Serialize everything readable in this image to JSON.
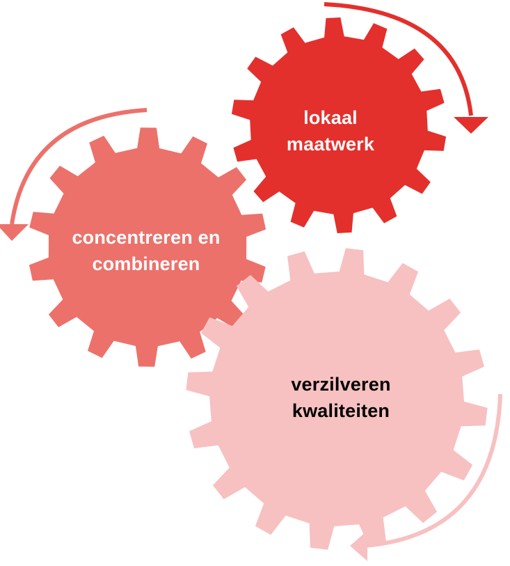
{
  "gears": [
    {
      "id": "top",
      "lines": [
        "lokaal",
        "maatwerk"
      ],
      "fill": "#e3302c",
      "text_color": "#ffffff"
    },
    {
      "id": "left",
      "lines": [
        "concentreren en",
        "combineren"
      ],
      "fill": "#ec716b",
      "text_color": "#ffffff"
    },
    {
      "id": "bottom",
      "lines": [
        "verzilveren",
        "kwaliteiten"
      ],
      "fill": "#f7c1c1",
      "text_color": "#000000"
    }
  ],
  "arrows": [
    {
      "id": "top-right",
      "color": "#e3302c",
      "direction": "clockwise"
    },
    {
      "id": "left",
      "color": "#ec716b",
      "direction": "counter-clockwise"
    },
    {
      "id": "bottom-right",
      "color": "#f7c1c1",
      "direction": "clockwise"
    }
  ]
}
